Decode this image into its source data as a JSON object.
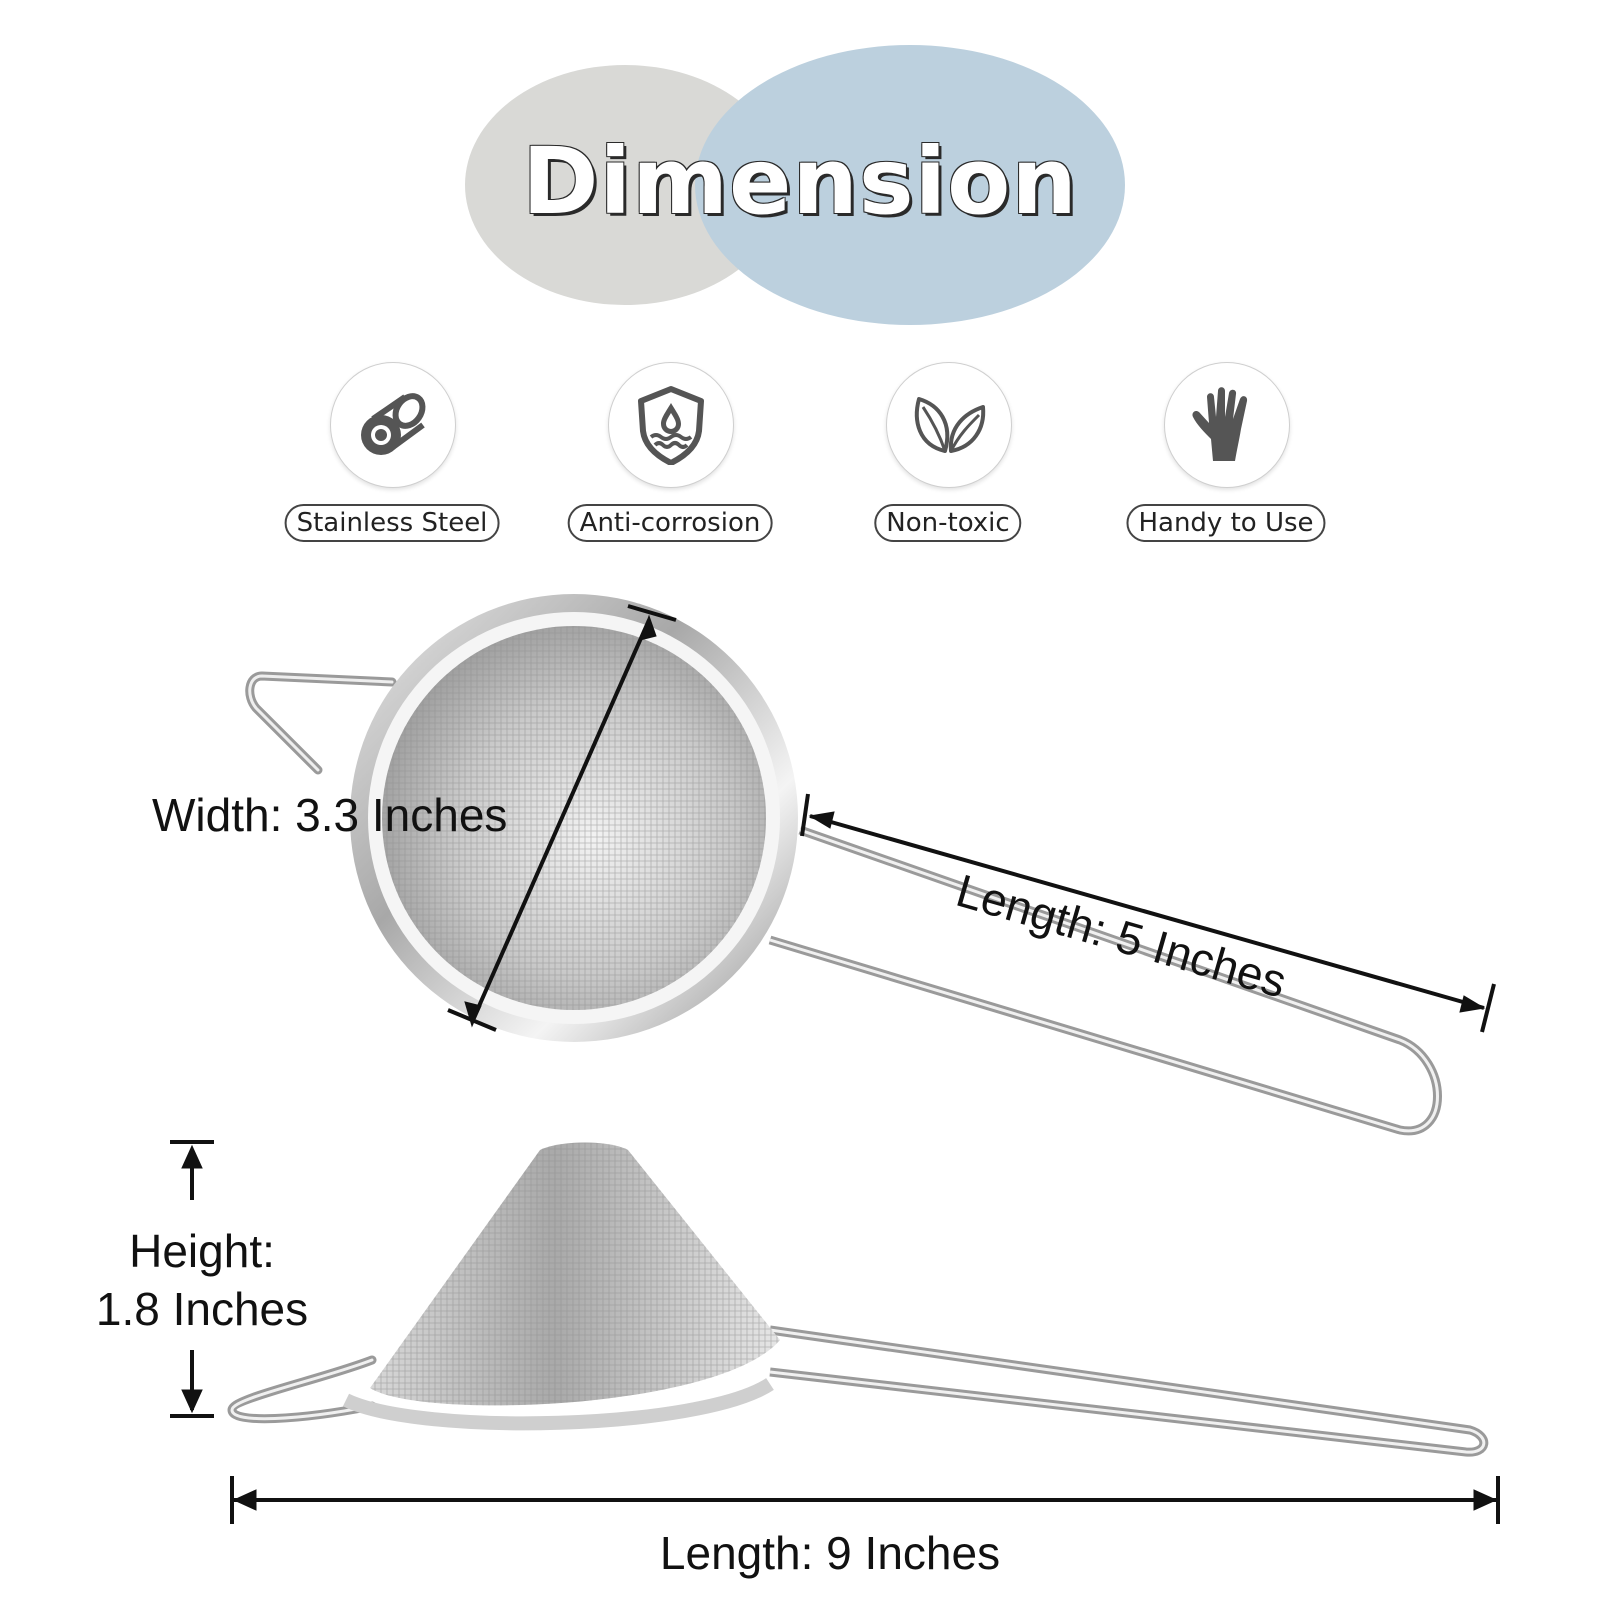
{
  "header": {
    "title": "Dimension",
    "colors": {
      "left_ellipse": "#d9d9d6",
      "right_ellipse": "#bcd0de"
    }
  },
  "features": [
    {
      "icon": "steel-pipe-icon",
      "label": "Stainless Steel"
    },
    {
      "icon": "shield-drop-icon",
      "label": "Anti-corrosion"
    },
    {
      "icon": "leaves-icon",
      "label": "Non-toxic"
    },
    {
      "icon": "glove-icon",
      "label": "Handy to Use"
    }
  ],
  "dimensions": {
    "width": "Width: 3.3 Inches",
    "head_length": "Length: 5 Inches",
    "height_line1": "Height:",
    "height_line2": "1.8 Inches",
    "total_length": "Length: 9 Inches"
  }
}
